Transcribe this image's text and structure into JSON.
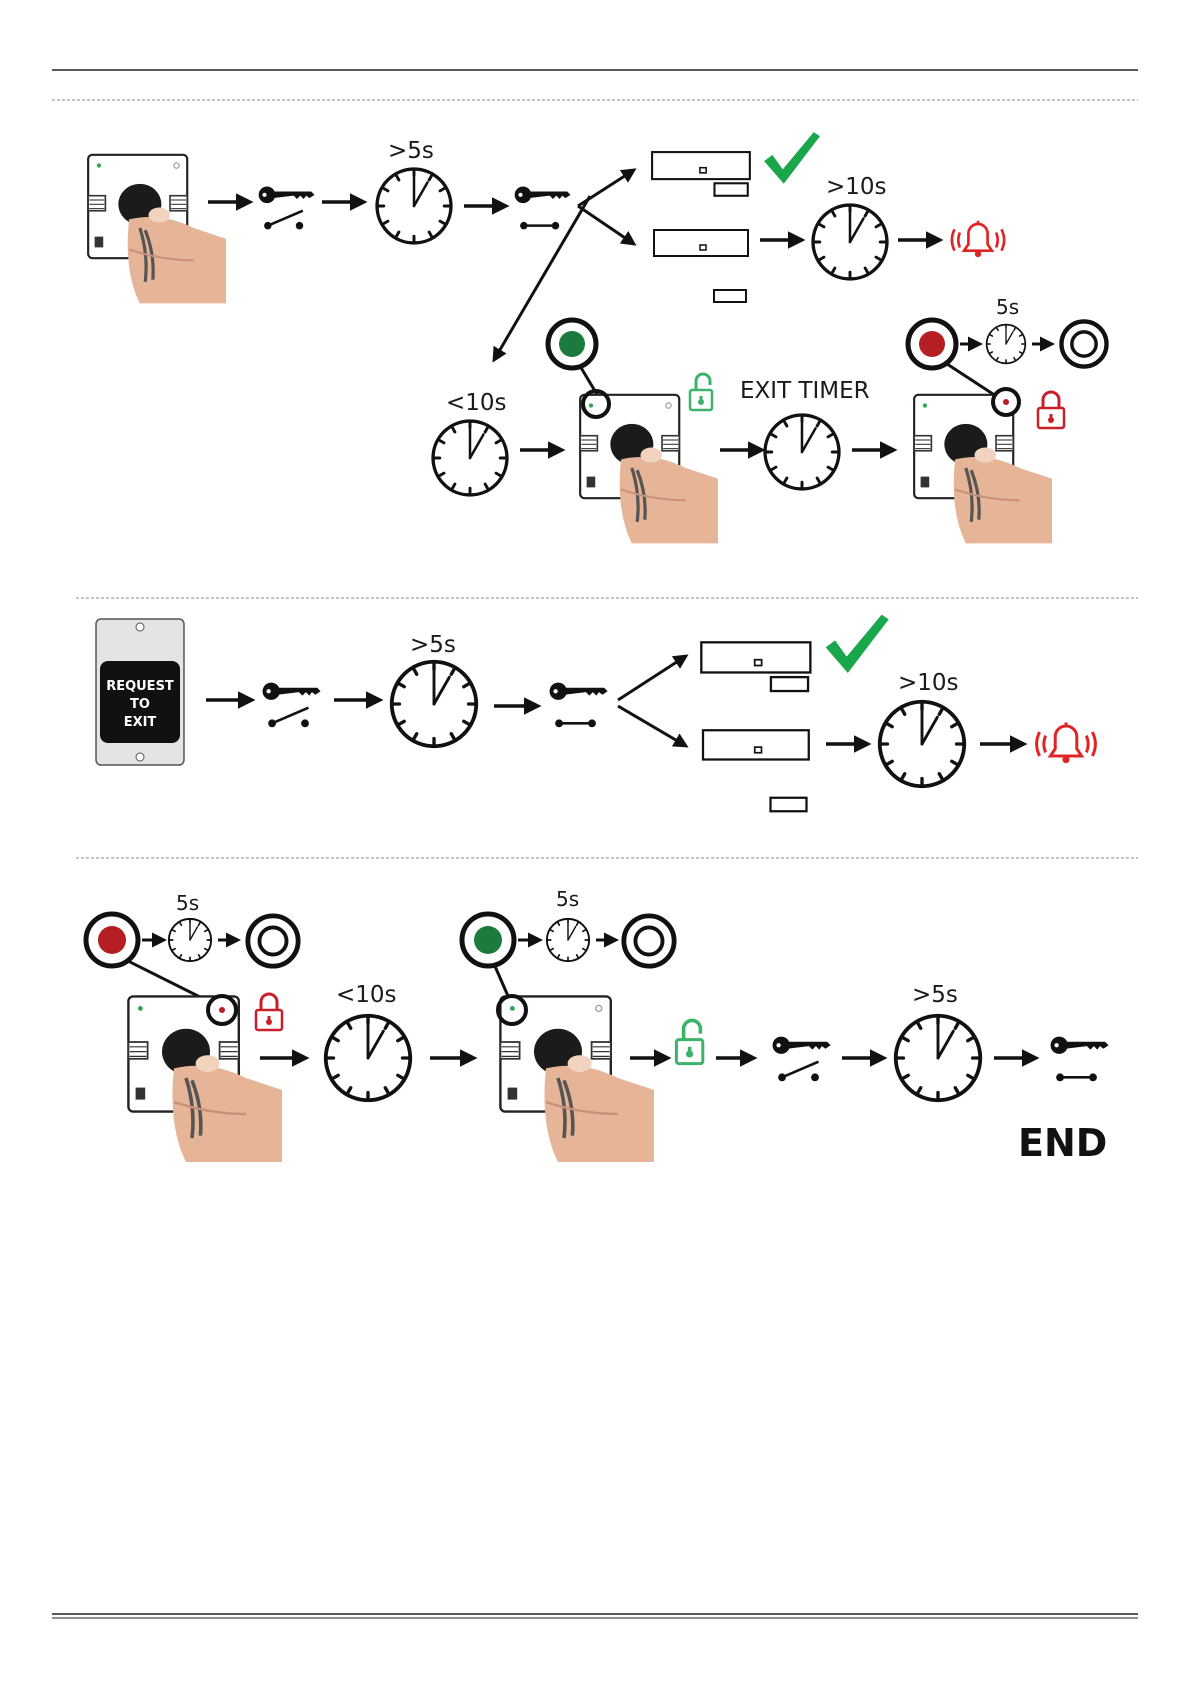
{
  "section1": {
    "labels": {
      "t_gt5": ">5s",
      "t_gt10": ">10s",
      "t_lt10": "<10s",
      "t_5a": "5s",
      "exit_timer": "EXIT TIMER"
    }
  },
  "section2": {
    "button_line1": "REQUEST",
    "button_line2": "TO",
    "button_line3": "EXIT",
    "labels": {
      "t_gt5": ">5s",
      "t_gt10": ">10s"
    }
  },
  "section3": {
    "labels": {
      "t_5a": "5s",
      "t_lt10": "<10s",
      "t_5b": "5s",
      "t_gt5": ">5s",
      "end": "END"
    }
  },
  "colors": {
    "green_check": "#1aa64a",
    "alarm_red": "#e02424",
    "led_red": "#b51f24",
    "led_green": "#1b7a3e",
    "unlock_green": "#3bb36a",
    "lock_red": "#c8202a"
  },
  "icons": [
    "keypad-reader-icon",
    "key-switch-open-icon",
    "key-switch-closed-icon",
    "clock-icon",
    "door-closed-check-icon",
    "door-open-icon",
    "alarm-bell-icon",
    "led-indicator-icon",
    "padlock-open-icon",
    "padlock-closed-icon",
    "request-to-exit-button-icon"
  ]
}
